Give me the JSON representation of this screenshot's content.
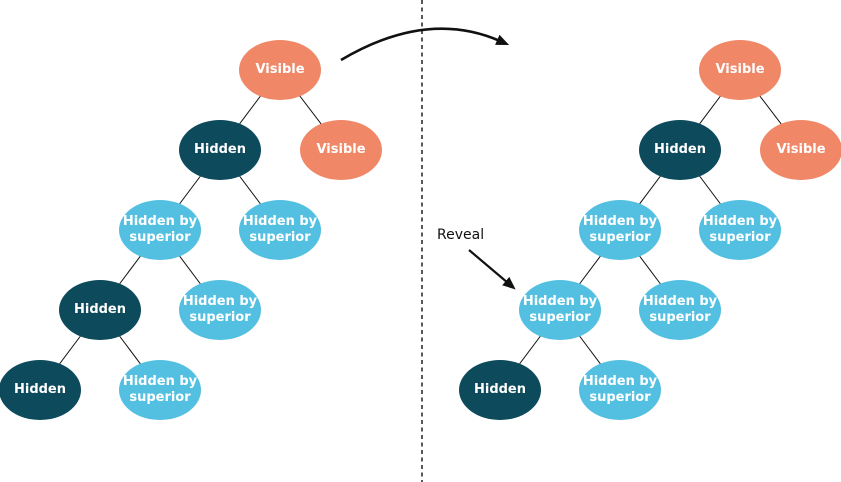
{
  "theme": {
    "background": "#ffffff",
    "visible_color": "#F08868",
    "hidden_color": "#0C4A5C",
    "hidden_by_superior_color": "#54C0E1",
    "line_color": "#111111",
    "node_text_color": "#ffffff",
    "annotation_color": "#111111"
  },
  "annotation": {
    "reveal_label": "Reveal"
  },
  "trees": {
    "before": {
      "nodes": [
        {
          "label": "Visible",
          "state": "visible"
        },
        {
          "label": "Hidden",
          "state": "hidden"
        },
        {
          "label": "Visible",
          "state": "visible"
        },
        {
          "label": "Hidden by superior",
          "state": "hidden-by-superior"
        },
        {
          "label": "Hidden by superior",
          "state": "hidden-by-superior"
        },
        {
          "label": "Hidden",
          "state": "hidden"
        },
        {
          "label": "Hidden by superior",
          "state": "hidden-by-superior"
        },
        {
          "label": "Hidden",
          "state": "hidden"
        },
        {
          "label": "Hidden by superior",
          "state": "hidden-by-superior"
        }
      ]
    },
    "after": {
      "nodes": [
        {
          "label": "Visible",
          "state": "visible"
        },
        {
          "label": "Hidden",
          "state": "hidden"
        },
        {
          "label": "Visible",
          "state": "visible"
        },
        {
          "label": "Hidden by superior",
          "state": "hidden-by-superior"
        },
        {
          "label": "Hidden by superior",
          "state": "hidden-by-superior"
        },
        {
          "label": "Hidden by superior",
          "state": "hidden-by-superior"
        },
        {
          "label": "Hidden by superior",
          "state": "hidden-by-superior"
        },
        {
          "label": "Hidden",
          "state": "hidden"
        },
        {
          "label": "Hidden by superior",
          "state": "hidden-by-superior"
        }
      ]
    }
  }
}
